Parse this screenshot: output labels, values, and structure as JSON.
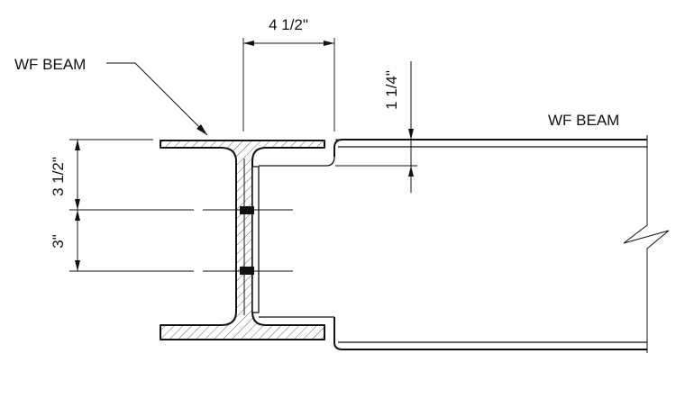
{
  "labels": {
    "column_member": "WF BEAM",
    "beam_member": "WF BEAM"
  },
  "dimensions": {
    "flange_offset": "4 1/2\"",
    "cope_depth": "1 1/4\"",
    "upper_bolt_spacing": "3 1/2\"",
    "lower_bolt_spacing": "3\""
  },
  "colors": {
    "line": "#111111",
    "hatch": "#555555",
    "background": "#ffffff"
  }
}
